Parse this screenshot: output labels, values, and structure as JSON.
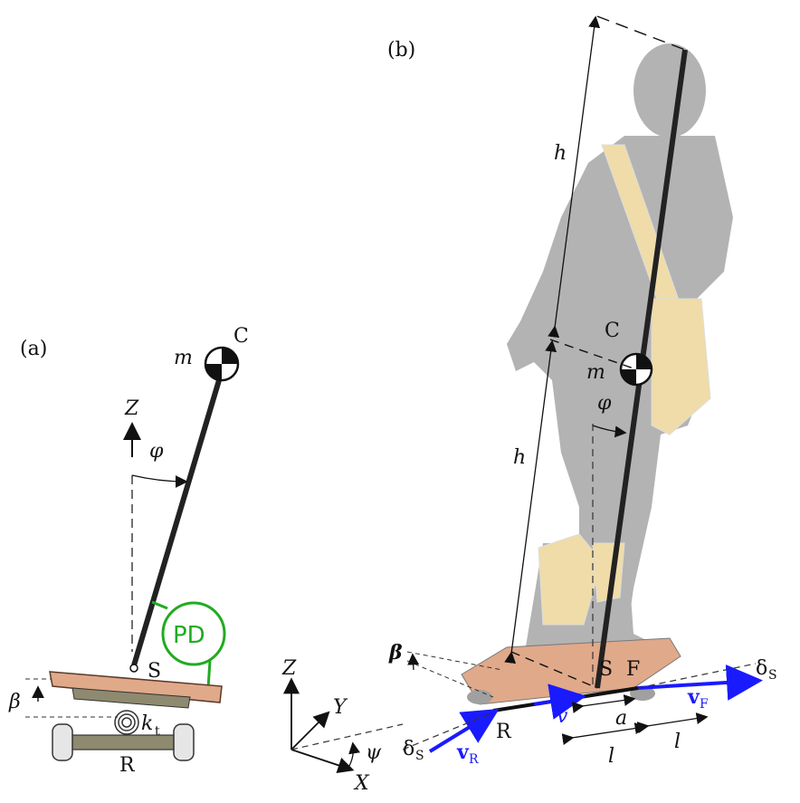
{
  "panel_a": {
    "label": "(a)",
    "mass": "m",
    "cog": "C",
    "axis_z": "Z",
    "lean": "φ",
    "controller": "PD",
    "joint": "S",
    "tilt": "β",
    "spring": "k",
    "spring_sub": "t",
    "rear_axle": "R"
  },
  "panel_b": {
    "label": "(b)",
    "height_upper": "h",
    "height_lower": "h",
    "cog": "C",
    "mass": "m",
    "lean": "φ",
    "tilt": "β",
    "joint": "S",
    "front": "F",
    "rear": "R",
    "steer": "δ",
    "steer_sub": "S",
    "steer_rear": "δ",
    "steer_rear_sub": "S",
    "speed": "v",
    "vel_front": "v",
    "vel_front_sub": "F",
    "vel_rear": "v",
    "vel_rear_sub": "R",
    "offset_a": "a",
    "len_l1": "l",
    "len_l2": "l",
    "frame_x": "X",
    "frame_y": "Y",
    "frame_z": "Z",
    "yaw": "ψ"
  },
  "colors": {
    "controller": "#22aa22",
    "velocity": "#1a1aff",
    "deck": "#e0a98a",
    "silhouette": "#b3b3b3",
    "accessory": "#f0dca8"
  }
}
